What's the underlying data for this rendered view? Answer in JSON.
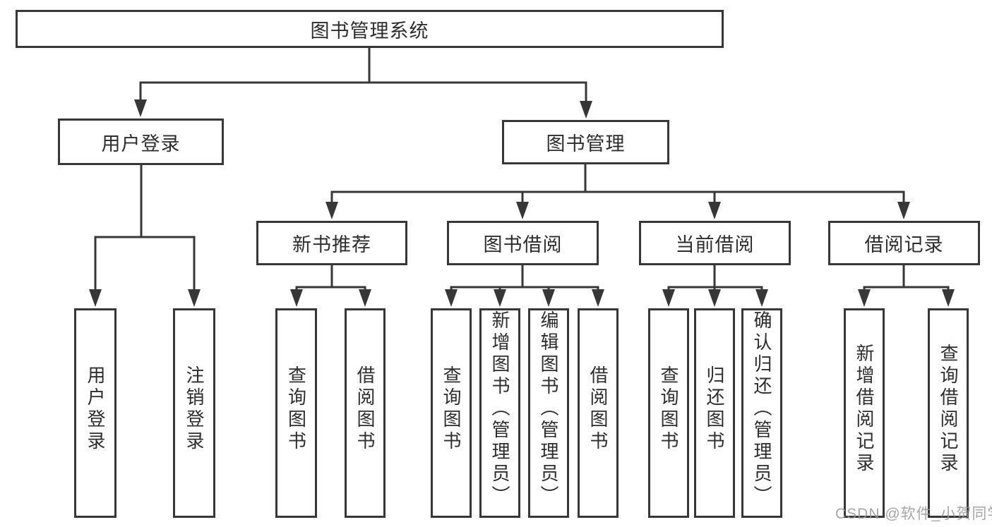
{
  "diagram": {
    "title": "图书管理系统",
    "watermark": "CSDN @软件_小贺同学",
    "colors": {
      "line": "#373737",
      "text": "#2d2d2d",
      "box_bg": "#ffffff",
      "watermark": "#969696"
    },
    "nodes": {
      "root": {
        "label": "图书管理系统"
      },
      "user_login": {
        "label": "用户登录",
        "children": [
          {
            "label": "用户登录"
          },
          {
            "label": "注销登录"
          }
        ]
      },
      "book_mgmt": {
        "label": "图书管理",
        "children": [
          {
            "label": "新书推荐",
            "children": [
              {
                "label": "查询图书"
              },
              {
                "label": "借阅图书"
              }
            ]
          },
          {
            "label": "图书借阅",
            "children": [
              {
                "label": "查询图书"
              },
              {
                "label": "新增图书（管理员）"
              },
              {
                "label": "编辑图书（管理员）"
              },
              {
                "label": "借阅图书"
              }
            ]
          },
          {
            "label": "当前借阅",
            "children": [
              {
                "label": "查询图书"
              },
              {
                "label": "归还图书"
              },
              {
                "label": "确认归还（管理员）"
              }
            ]
          },
          {
            "label": "借阅记录",
            "children": [
              {
                "label": "新增借阅记录"
              },
              {
                "label": "查询借阅记录"
              }
            ]
          }
        ]
      }
    }
  }
}
